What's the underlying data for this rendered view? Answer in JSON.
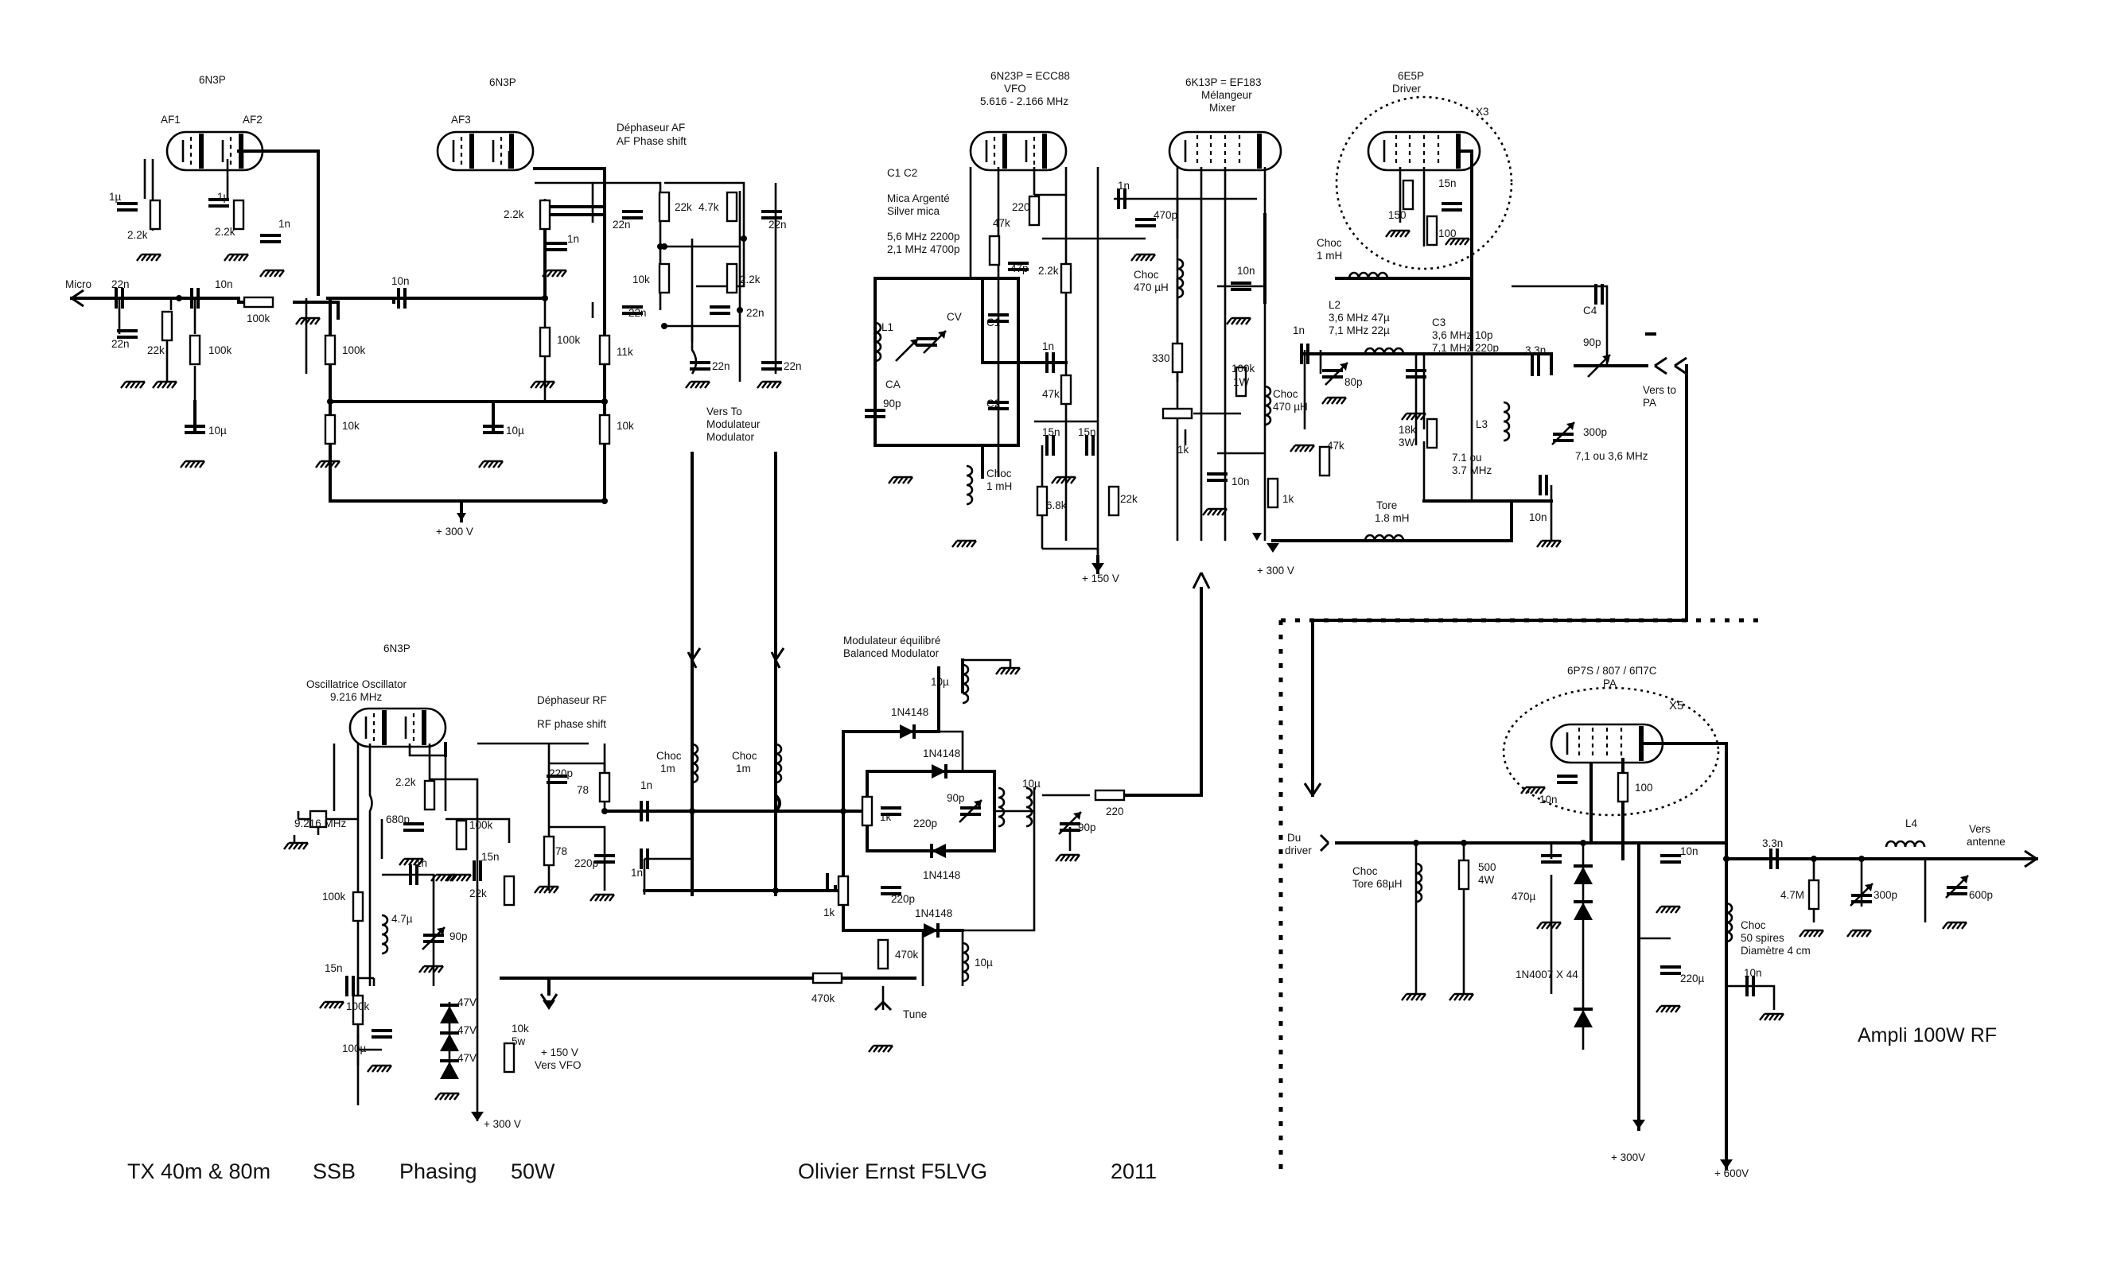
{
  "title": {
    "tx": "TX 40m & 80m",
    "mode": "SSB",
    "method": "Phasing",
    "power": "50W",
    "author": "Olivier Ernst F5LVG",
    "year": "2011",
    "amp": "Ampli 100W RF"
  },
  "tubes": {
    "af12": "6N3P",
    "af3": "6N3P",
    "vfo": "6N23P = ECC88",
    "vfo_role": "VFO",
    "vfo_range": "5.616 - 2.166 MHz",
    "mixer": "6K13P = EF183",
    "mixer_fr": "Mélangeur",
    "mixer_en": "Mixer",
    "driver": "6E5P",
    "driver_role": "Driver",
    "osc": "6N3P",
    "osc_role": "Oscillatrice Oscillator",
    "osc_freq": "9.216 MHz",
    "pa": "6P7S / 807 / 6П7С",
    "pa_role": "PA"
  },
  "stages": {
    "af1": "AF1",
    "af2": "AF2",
    "af3": "AF3",
    "af_phase_fr": "Déphaseur AF",
    "af_phase_en": "AF Phase shift",
    "rf_phase_fr": "Déphaseur RF",
    "rf_phase_en": "RF phase shift",
    "mod_fr": "Modulateur équilibré",
    "mod_en": "Balanced Modulator",
    "vers_mod_1": "Vers To",
    "vers_mod_2": "Modulateur",
    "vers_mod_3": "Modulator",
    "vers_pa_1": "Vers to",
    "vers_pa_2": "PA",
    "du_driver_1": "Du",
    "du_driver_2": "driver",
    "vers_ant_1": "Vers",
    "vers_ant_2": "antenne",
    "micro": "Micro",
    "tune": "Tune",
    "x3": "X3",
    "x5": "X5",
    "crystal": "9.216 MHz"
  },
  "vfo_notes": {
    "c1c2": "C1 C2",
    "mica_fr": "Mica Argenté",
    "mica_en": "Silver mica",
    "f56": "5,6 MHz 2200p",
    "f21": "2,1 MHz 4700p",
    "l1": "L1",
    "cv": "CV",
    "ca": "CA",
    "ca_val": "90p",
    "c1": "C1",
    "c2": "C2",
    "choc": "Choc",
    "choc_val": "1 mH"
  },
  "driver_notes": {
    "choc": "Choc",
    "choc_val": "1 mH",
    "l2": "L2",
    "l2_a": "3,6 MHz 47µ",
    "l2_b": "7,1 MHz 22µ",
    "c3": "C3",
    "c3_a": "3,6 MHz 10p",
    "c3_b": "7,1 MHz 220p",
    "c4": "C4",
    "l3": "L3",
    "l3_a": "7.1 ou",
    "l3_b": "3.7 MHz",
    "l3_c": "7,1 ou 3,6 MHz",
    "tore": "Tore",
    "tore_val": "1.8 mH",
    "choc2": "Choc",
    "choc2_val": "470 µH",
    "mixer_choc": "Choc",
    "mixer_choc_val": "470 µH"
  },
  "pa_notes": {
    "choc": "Choc",
    "choc_val": "Tore 68µH",
    "diodes": "1N4007 X 44",
    "choc2": "Choc",
    "choc2_a": "50 spires",
    "choc2_b": "Diamètre 4 cm",
    "l4": "L4"
  },
  "supply": {
    "s300a": "+ 300 V",
    "s150": "+ 150 V",
    "s300b": "+ 300 V",
    "s300c": "+ 300 V",
    "s150vfo_1": "+ 150 V",
    "s150vfo_2": "Vers VFO",
    "s300pa": "+ 300V",
    "s600pa": "+ 600V"
  },
  "values": {
    "af": {
      "c1u": "1µ",
      "r22k": "2.2k",
      "c1u2": "1µ",
      "r22k2": "2.2k",
      "c1n": "1n",
      "c22n_in": "22n",
      "c22n_g": "22n",
      "r22k_g": "22k",
      "c10n": "10n",
      "pot": "100k",
      "r100k_a": "100k",
      "r100k_b": "100k",
      "c10u_a": "10µ",
      "r10k_a": "10k",
      "c10n_b": "10n",
      "r22k_3": "2.2k",
      "c1n_3": "1n",
      "r100k_c": "100k",
      "c10u_b": "10µ",
      "r10k_b": "10k",
      "c22n_1": "22n",
      "r22k_p": "22k",
      "r47k": "4.7k",
      "c22n_2": "22n",
      "r10k_p": "10k",
      "r22k_q": "2.2k",
      "c22n_3": "22n",
      "c22n_4": "22n",
      "r11k": "11k",
      "c22n_5": "22n",
      "c22n_6": "22n"
    },
    "vfo": {
      "r220": "220",
      "r47k_a": "47k",
      "c47p": "47p",
      "r22k": "2.2k",
      "c1n_a": "1n",
      "c1n_b": "1n",
      "r47k_b": "47k",
      "c15n_a": "15n",
      "c15n_b": "15n",
      "r68k": "6.8k",
      "r22k_b": "22k"
    },
    "mixer": {
      "c470p": "470p",
      "r330": "330",
      "pot1k": "1k",
      "c10n_a": "10n",
      "r100k": "100k",
      "r100k_w": "1W",
      "c10n_b": "10n",
      "r1k": "1k"
    },
    "driver": {
      "r150": "150",
      "c15n": "15n",
      "r100": "100",
      "c1n": "1n",
      "c80p": "80p",
      "pot47k": "47k",
      "r18k": "18k",
      "r18k_w": "3W",
      "c33n": "3.3n",
      "c90p": "90p",
      "c300p": "300p",
      "c10n": "10n"
    },
    "osc": {
      "r22k": "2.2k",
      "c680p": "680p",
      "r100k_a": "100k",
      "c15n": "15n",
      "r100k_b": "100k",
      "c1n": "1n",
      "ind47": "4.7µ",
      "c90p": "90p",
      "c15n_b": "15n",
      "r100k_c": "100k",
      "c100u": "100µ",
      "z47a": "47V",
      "z47b": "47V",
      "z47c": "47V",
      "r22k_b": "22k",
      "r10k": "10k",
      "r10k_w": "5w"
    },
    "rfps": {
      "c220p_a": "220p",
      "r78_a": "78",
      "r78_b": "78",
      "c220p_b": "220p",
      "c1n_a": "1n",
      "c1n_b": "1n",
      "choc1": "Choc",
      "choc1_v": "1m",
      "choc2": "Choc",
      "choc2_v": "1m"
    },
    "mod": {
      "c10u_a": "10µ",
      "d1": "1N4148",
      "d2": "1N4148",
      "d3": "1N4148",
      "d4": "1N4148",
      "r1k_a": "1k",
      "c220p_a": "220p",
      "c90p": "90p",
      "c10u_b": "10µ",
      "c90p_b": "90p",
      "r220": "220",
      "r1k_b": "1k",
      "c220p_b": "220p",
      "r470k_a": "470k",
      "c10u_c": "10µ",
      "r470k_b": "470k"
    },
    "pa": {
      "c10n_a": "10n",
      "r100": "100",
      "r500": "500",
      "r500_w": "4W",
      "c470u": "470µ",
      "c10n_b": "10n",
      "c220u": "220µ",
      "c33n": "3.3n",
      "r47m": "4.7M",
      "c300p": "300p",
      "c600p": "600p",
      "c10n_c": "10n"
    }
  }
}
